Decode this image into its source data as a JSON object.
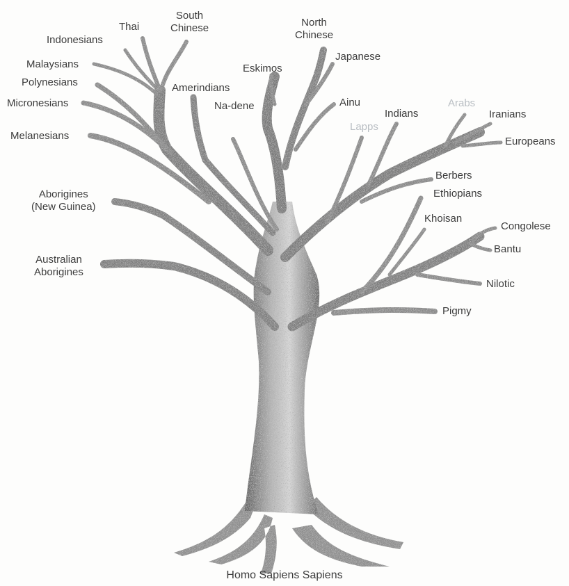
{
  "caption": "Homo Sapiens Sapiens",
  "colors": {
    "bark": "#8a8a8a",
    "bark_dark": "#5f5f5f",
    "text": "#3c3c3c",
    "faint_text": "#b9bec3",
    "background": "#fdfdfc"
  },
  "populations": {
    "thai": "Thai",
    "south_chinese": "South\nChinese",
    "indonesians": "Indonesians",
    "malaysians": "Malaysians",
    "polynesians": "Polynesians",
    "micronesians": "Micronesians",
    "melanesians": "Melanesians",
    "amerindians": "Amerindians",
    "na_dene": "Na-dene",
    "eskimos": "Eskimos",
    "north_chinese": "North\nChinese",
    "japanese": "Japanese",
    "ainu": "Ainu",
    "lapps": "Lapps",
    "indians": "Indians",
    "arabs": "Arabs",
    "iranians": "Iranians",
    "europeans": "Europeans",
    "berbers": "Berbers",
    "ethiopians": "Ethiopians",
    "khoisan": "Khoisan",
    "congolese": "Congolese",
    "bantu": "Bantu",
    "nilotic": "Nilotic",
    "pigmy": "Pigmy",
    "aborigines_new_guinea": "Aborigines\n(New Guinea)",
    "australian_aborigines": "Australian\nAborigines"
  }
}
